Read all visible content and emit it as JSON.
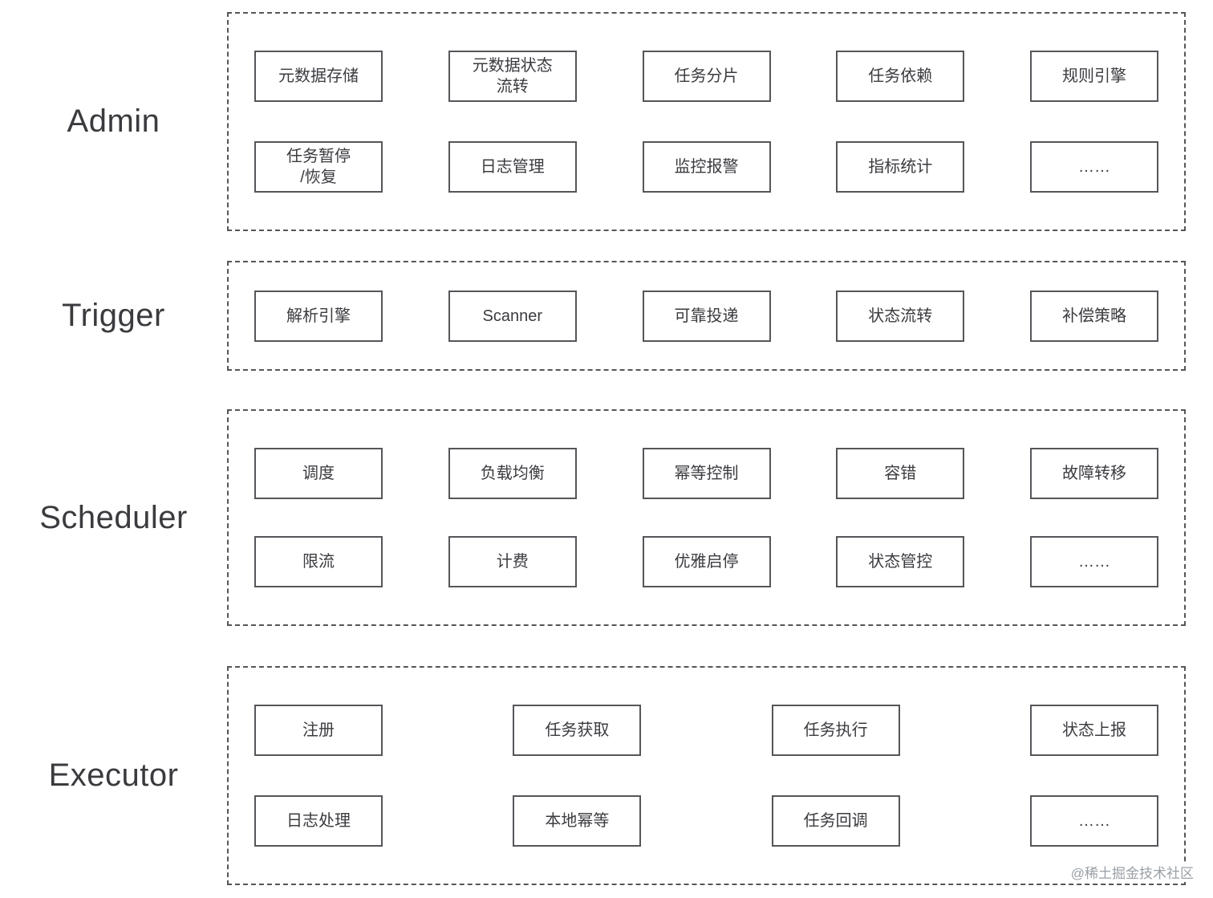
{
  "palette": {
    "background": "#ffffff",
    "border": "#55565a",
    "text": "#3b3b40",
    "watermark_color": "#9aa0a6"
  },
  "watermark": "@稀土掘金技术社区",
  "layers": [
    {
      "label": "Admin",
      "rows": [
        {
          "cells": [
            "元数据存储",
            "元数据状态\n流转",
            "任务分片",
            "任务依赖",
            "规则引擎"
          ]
        },
        {
          "cells": [
            "任务暂停\n/恢复",
            "日志管理",
            "监控报警",
            "指标统计",
            "……"
          ]
        }
      ]
    },
    {
      "label": "Trigger",
      "rows": [
        {
          "cells": [
            "解析引擎",
            "Scanner",
            "可靠投递",
            "状态流转",
            "补偿策略"
          ]
        }
      ]
    },
    {
      "label": "Scheduler",
      "rows": [
        {
          "cells": [
            "调度",
            "负载均衡",
            "幂等控制",
            "容错",
            "故障转移"
          ]
        },
        {
          "cells": [
            "限流",
            "计费",
            "优雅启停",
            "状态管控",
            "……"
          ]
        }
      ]
    },
    {
      "label": "Executor",
      "rows": [
        {
          "cells": [
            "注册",
            "任务获取",
            "任务执行",
            "状态上报"
          ]
        },
        {
          "cells": [
            "日志处理",
            "本地幂等",
            "任务回调",
            "……"
          ]
        }
      ]
    }
  ]
}
